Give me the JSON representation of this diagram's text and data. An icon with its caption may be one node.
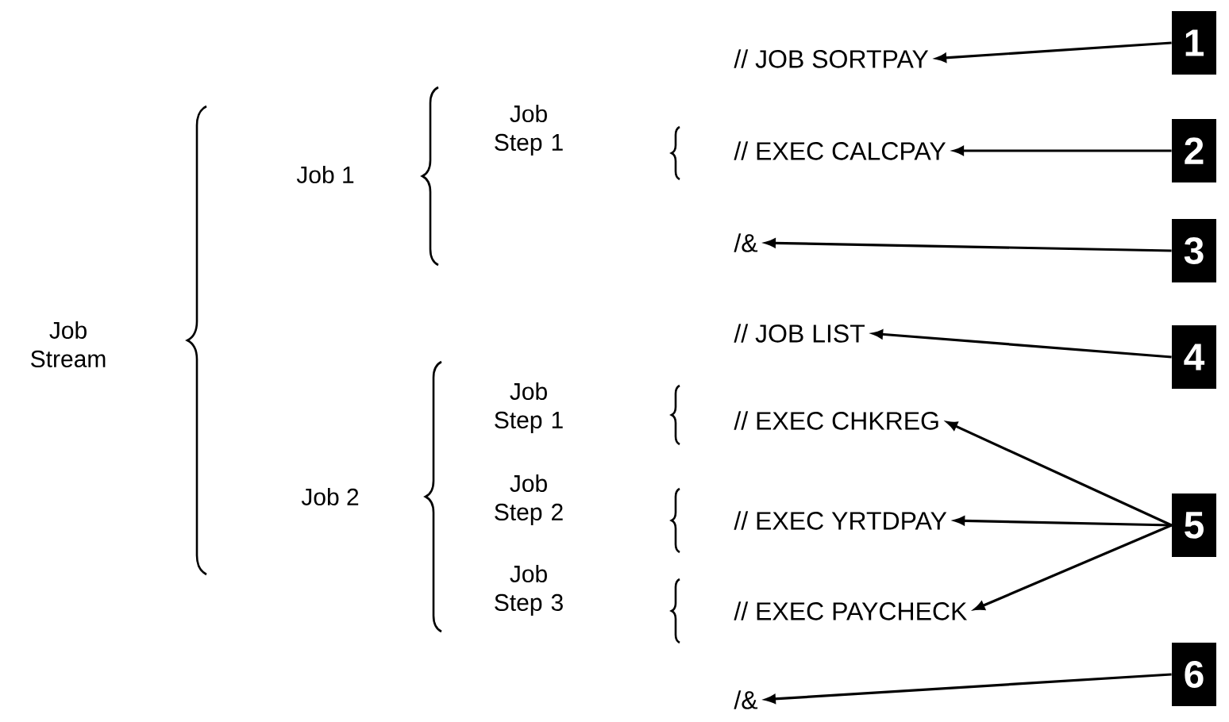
{
  "diagram": {
    "nodes": [
      {
        "text": [
          "// JOB SORTPAY"
        ]
      },
      {
        "text": [
          "1"
        ]
      },
      {
        "text": [
          "// EXEC CALCPAY"
        ]
      },
      {
        "text": [
          "2"
        ]
      },
      {
        "text": [
          "/&"
        ]
      },
      {
        "text": [
          "3"
        ]
      },
      {
        "text": [
          "// JOB LIST"
        ]
      },
      {
        "text": [
          "4"
        ]
      },
      {
        "text": [
          "// EXEC CHKREG"
        ]
      },
      {
        "text": [
          "// EXEC YRTDPAY"
        ]
      },
      {
        "text": [
          "5"
        ]
      },
      {
        "text": [
          "// EXEC PAYCHECK"
        ]
      },
      {
        "text": [
          "/&"
        ]
      },
      {
        "text": [
          "6"
        ]
      }
    ],
    "edges": [
      {
        "from": 1,
        "to": 0,
        "arrow": "to"
      },
      {
        "from": 3,
        "to": 2,
        "arrow": "to"
      },
      {
        "from": 5,
        "to": 4,
        "arrow": "to"
      },
      {
        "from": 7,
        "to": 6,
        "arrow": "to"
      },
      {
        "from": 10,
        "to": 8,
        "arrow": "to"
      },
      {
        "from": 10,
        "to": 9,
        "arrow": "to"
      },
      {
        "from": 10,
        "to": 11,
        "arrow": "to"
      },
      {
        "from": 13,
        "to": 12,
        "arrow": "to"
      }
    ],
    "labels": [
      "Job Stream",
      "Job 1",
      "Job Step 1",
      "Job 2",
      "Job Step 1",
      "Job Step 2",
      "Job Step 3"
    ]
  }
}
